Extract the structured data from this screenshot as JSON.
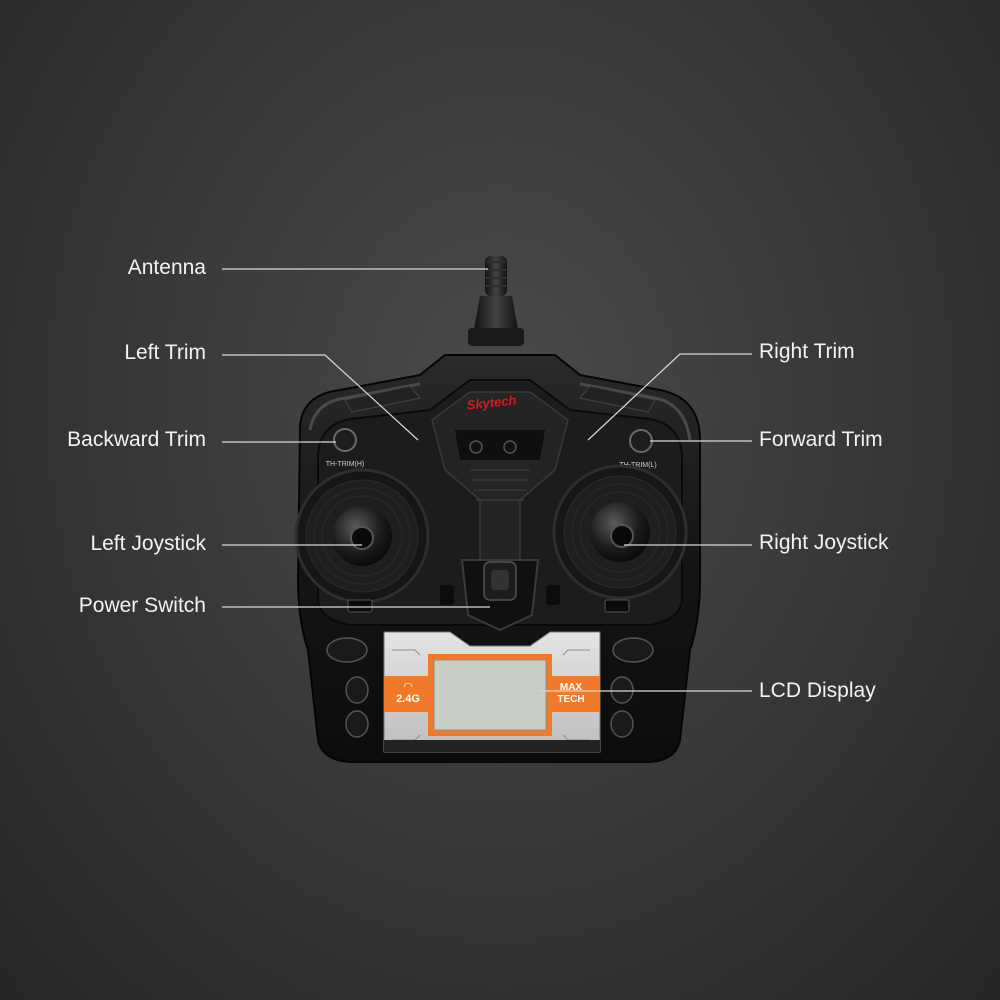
{
  "callouts": {
    "antenna": "Antenna",
    "left_trim": "Left Trim",
    "backward_trim": "Backward Trim",
    "left_joystick": "Left Joystick",
    "power_switch": "Power Switch",
    "right_trim": "Right Trim",
    "forward_trim": "Forward Trim",
    "right_joystick": "Right Joystick",
    "lcd_display": "LCD Display"
  },
  "device": {
    "brand": "Skytech",
    "trim_left_text": "TH-TRIM(H)",
    "trim_right_text": "TH-TRIM(L)",
    "badge_left": "2.4G",
    "badge_right_line1": "MAX",
    "badge_right_line2": "TECH"
  },
  "colors": {
    "background": "#333333",
    "callout_line": "#d8d8d8",
    "accent_orange": "#f07a2a",
    "brand_red": "#d11d1d",
    "lcd_screen": "#c9cfc7",
    "body_black": "#141414"
  }
}
